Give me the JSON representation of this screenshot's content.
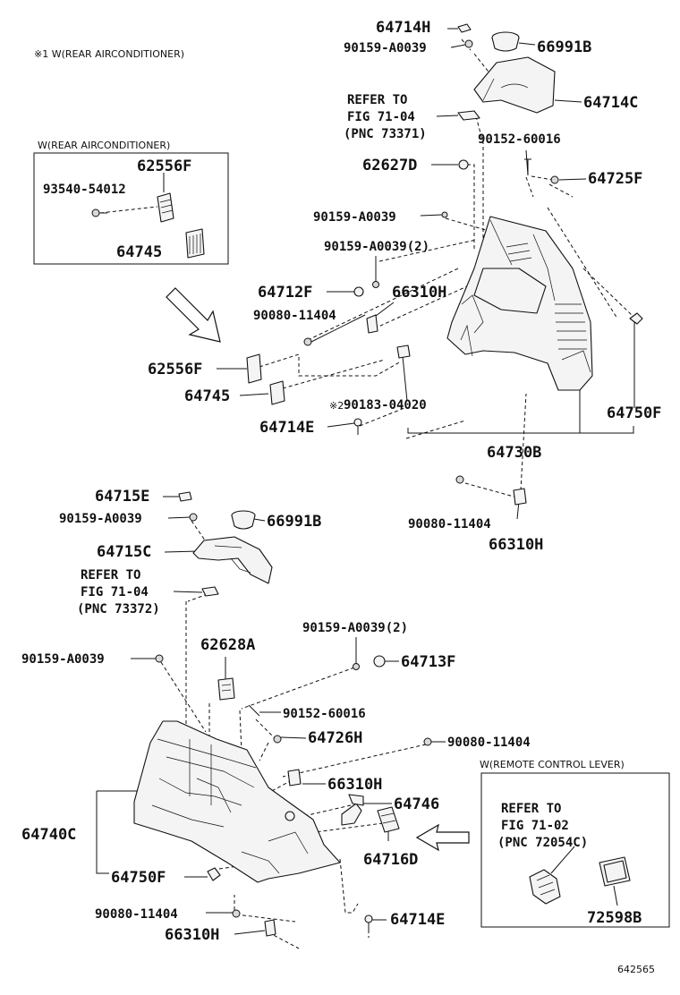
{
  "notes": {
    "top_note": "※1  W(REAR AIRCONDITIONER)",
    "inset_left_title": "W(REAR AIRCONDITIONER)",
    "inset_right_title": "W(REMOTE CONTROL LEVER)",
    "drawing_id": "642565",
    "mark_2": "※2"
  },
  "refs": {
    "upper": [
      "REFER TO",
      "FIG 71-04",
      "(PNC 73371)"
    ],
    "lower": [
      "REFER TO",
      "FIG 71-04",
      "(PNC 73372)"
    ],
    "inset": [
      "REFER TO",
      "FIG 71-02",
      "(PNC 72054C)"
    ]
  },
  "labels": {
    "p64714H": "64714H",
    "p90159a_top": "90159-A0039",
    "p66991B_top": "66991B",
    "p64714C": "64714C",
    "p90152_top": "90152-60016",
    "p62627D": "62627D",
    "p64725F": "64725F",
    "p90159a_mid": "90159-A0039",
    "p90159a_2_mid": "90159-A0039(2)",
    "p64712F": "64712F",
    "p66310H_upper": "66310H",
    "p90080_upper": "90080-11404",
    "p62556F_main": "62556F",
    "p64745_main": "64745",
    "p90183": "90183-04020",
    "p64714E_upper": "64714E",
    "p64750F_upper": "64750F",
    "p64730B": "64730B",
    "p90080_mid": "90080-11404",
    "p66310H_mid": "66310H",
    "inset_62556F": "62556F",
    "inset_93540": "93540-54012",
    "inset_64745": "64745",
    "p64715E": "64715E",
    "p90159a_lower1": "90159-A0039",
    "p66991B_lower": "66991B",
    "p64715C": "64715C",
    "p90159a_2_lower": "90159-A0039(2)",
    "p62628A": "62628A",
    "p90159a_lower2": "90159-A0039",
    "p64713F": "64713F",
    "p90152_lower": "90152-60016",
    "p64726H": "64726H",
    "p90080_lower_r": "90080-11404",
    "p66310H_lower_r": "66310H",
    "p64746": "64746",
    "p64740C": "64740C",
    "p64716D": "64716D",
    "p64750F_lower": "64750F",
    "p90080_lower_l": "90080-11404",
    "p66310H_lower_l": "66310H",
    "p64714E_lower": "64714E",
    "inset_72598B": "72598B"
  }
}
